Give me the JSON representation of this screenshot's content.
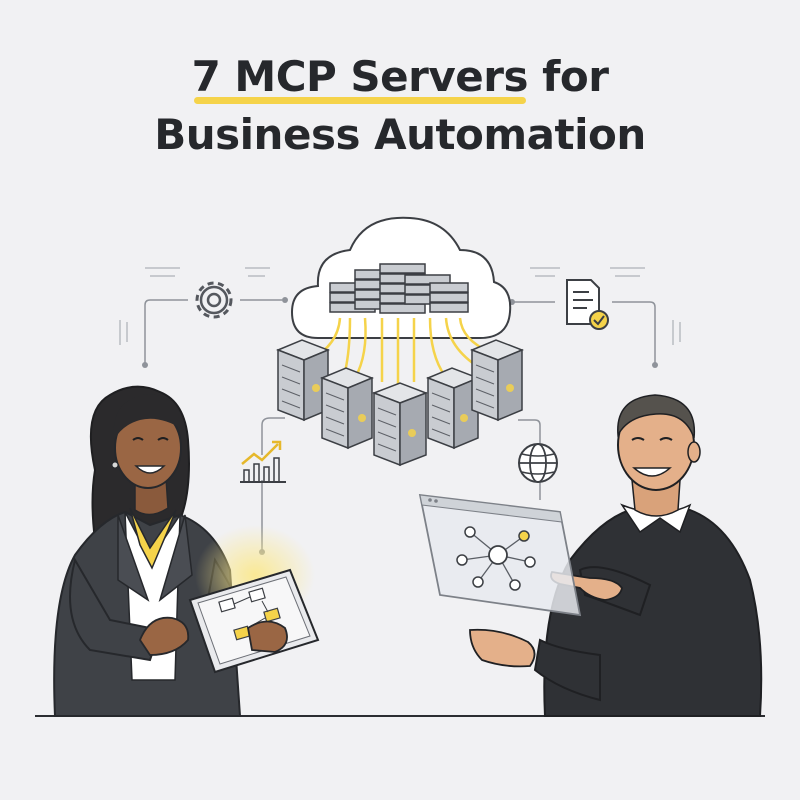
{
  "title": {
    "line1_highlight": "7 MCP Servers",
    "line1_rest": " for",
    "line2": "Business Automation"
  },
  "colors": {
    "background": "#f1f1f3",
    "accent": "#f5d34a",
    "ink": "#26282c",
    "server": "#c9ccd1"
  },
  "icons": [
    "gear-icon",
    "document-check-icon",
    "trend-chart-icon",
    "globe-icon",
    "cloud-icon",
    "server-rack-icon",
    "network-hub-icon",
    "tablet-flowchart-icon"
  ]
}
